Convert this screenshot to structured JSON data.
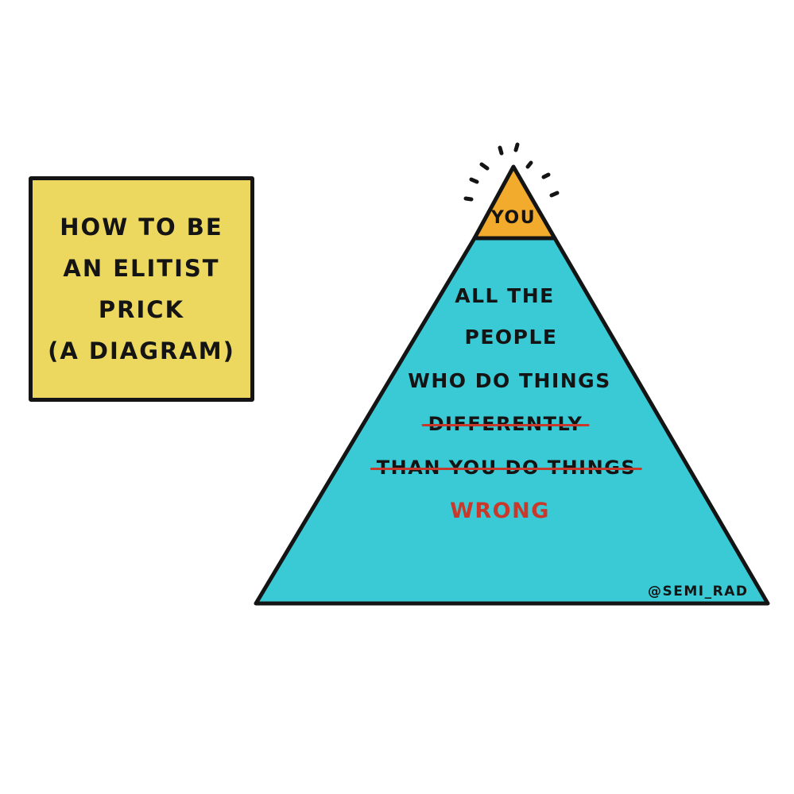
{
  "title_box": {
    "lines": [
      "HOW TO BE",
      "AN ELITIST",
      "PRICK",
      "(A DIAGRAM)"
    ],
    "background": "#ecd85e"
  },
  "pyramid": {
    "apex_label": "YOU",
    "apex_color": "#f2ab2c",
    "base_color": "#39cad6",
    "base_lines": [
      {
        "text": "ALL THE",
        "struck": false
      },
      {
        "text": "PEOPLE",
        "struck": false
      },
      {
        "text": "WHO DO THINGS",
        "struck": false
      },
      {
        "text": "DIFFERENTLY",
        "struck": true
      },
      {
        "text": "THAN YOU DO THINGS",
        "struck": true
      },
      {
        "text": "WRONG",
        "struck": false,
        "color": "#c8392b"
      }
    ]
  },
  "credit": "@SEMI_RAD"
}
